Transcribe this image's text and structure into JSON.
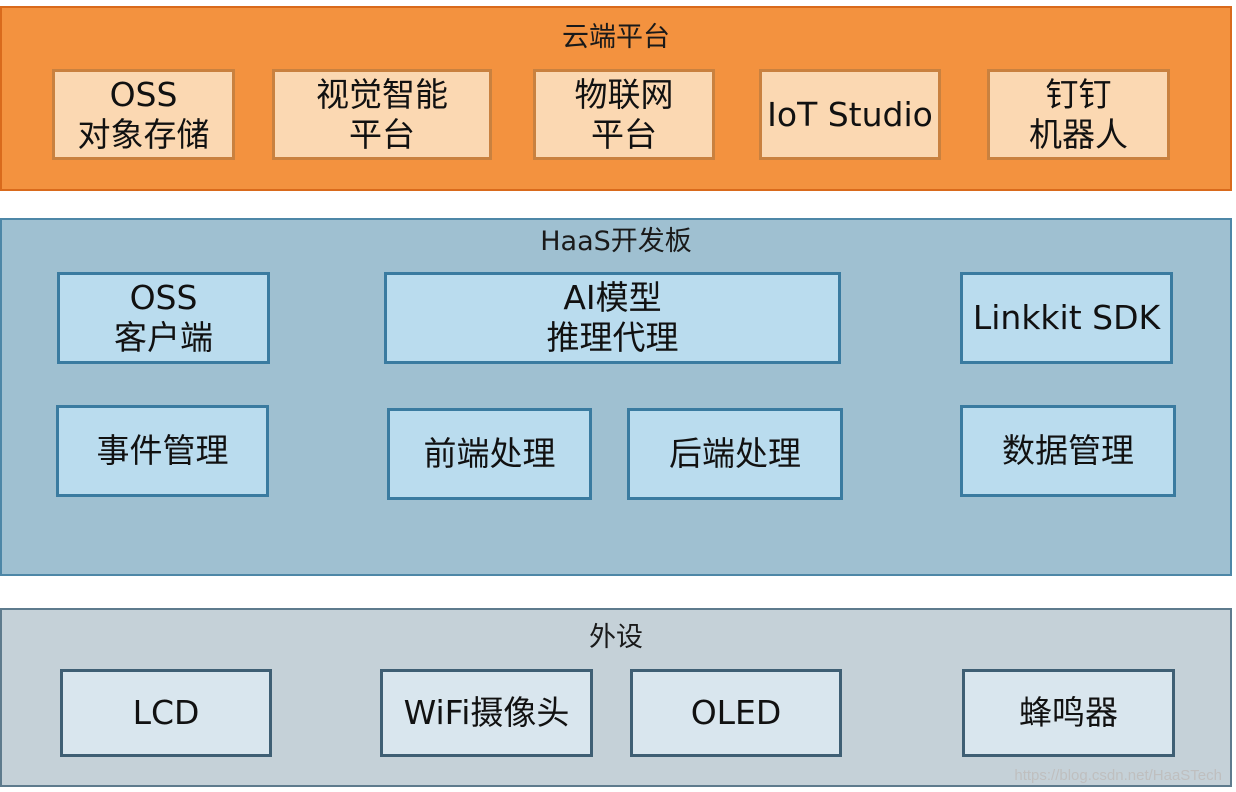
{
  "cloud": {
    "title": "云端平台",
    "items": [
      {
        "line1": "OSS",
        "line2": "对象存储"
      },
      {
        "line1": "视觉智能",
        "line2": "平台"
      },
      {
        "line1": "物联网",
        "line2": "平台"
      },
      {
        "line1": "IoT Studio",
        "line2": ""
      },
      {
        "line1": "钉钉",
        "line2": "机器人"
      }
    ]
  },
  "haas": {
    "title": "HaaS开发板",
    "items": [
      {
        "line1": "OSS",
        "line2": "客户端"
      },
      {
        "line1": "AI模型",
        "line2": "推理代理"
      },
      {
        "line1": "Linkkit SDK",
        "line2": ""
      },
      {
        "line1": "事件管理",
        "line2": ""
      },
      {
        "line1": "前端处理",
        "line2": ""
      },
      {
        "line1": "后端处理",
        "line2": ""
      },
      {
        "line1": "数据管理",
        "line2": ""
      }
    ]
  },
  "periph": {
    "title": "外设",
    "items": [
      {
        "line1": "LCD",
        "line2": ""
      },
      {
        "line1": "WiFi摄像头",
        "line2": ""
      },
      {
        "line1": "OLED",
        "line2": ""
      },
      {
        "line1": "蜂鸣器",
        "line2": ""
      }
    ]
  },
  "watermark": "https://blog.csdn.net/HaaSTech"
}
